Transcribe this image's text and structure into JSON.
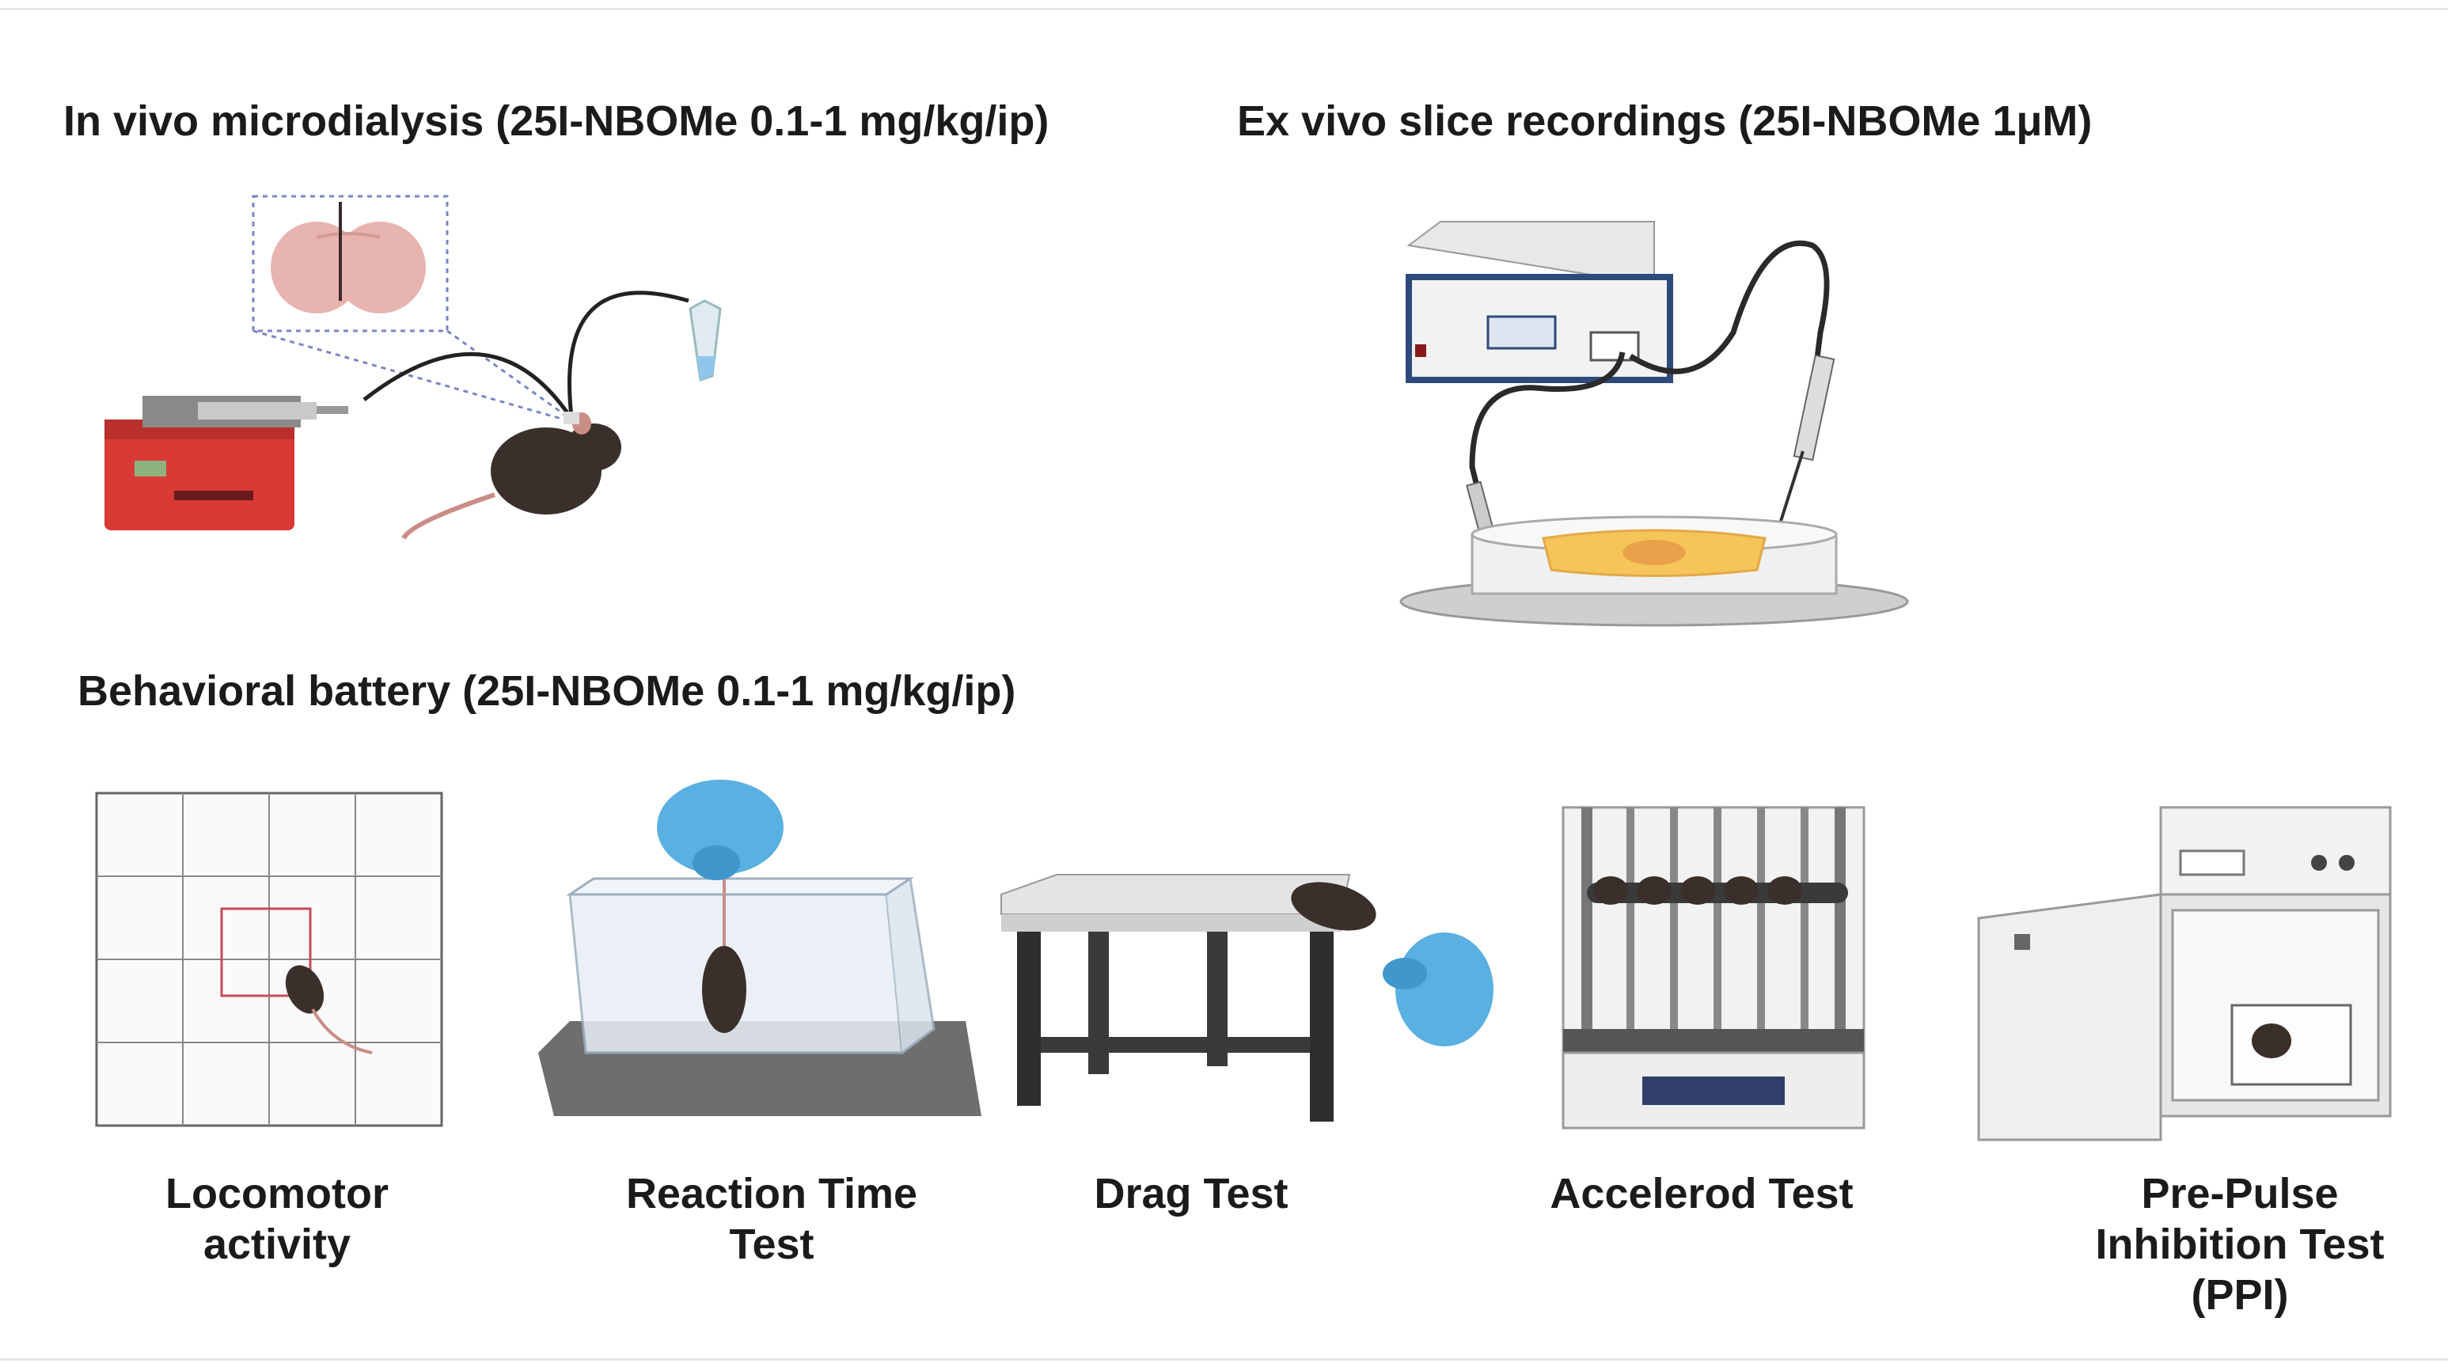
{
  "sections": {
    "microdialysis": {
      "title": "In vivo microdialysis (25I-NBOMe 0.1-1 mg/kg/ip)"
    },
    "slice": {
      "title": "Ex vivo slice recordings (25I-NBOMe 1μM)"
    },
    "behavior": {
      "title": "Behavioral battery (25I-NBOMe 0.1-1 mg/kg/ip)"
    }
  },
  "tests": [
    {
      "lines": [
        "Locomotor",
        "activity"
      ]
    },
    {
      "lines": [
        "Reaction Time",
        "Test"
      ]
    },
    {
      "lines": [
        "Drag Test"
      ]
    },
    {
      "lines": [
        "Accelerod Test"
      ]
    },
    {
      "lines": [
        "Pre-Pulse",
        "Inhibition Test",
        "(PPI)"
      ]
    }
  ],
  "colors": {
    "pump_red": "#d93a36",
    "brain_pink": "#e8b4b0",
    "mouse_dark": "#3a2f2a",
    "glove_blue": "#5ab0e0",
    "slice_yellow": "#f6c55a",
    "instrument_frame": "#2e4a7a"
  },
  "icons": [
    "syringe-pump-icon",
    "brain-section-icon",
    "mouse-icon",
    "tube-icon",
    "electrophysiology-amplifier-icon",
    "slice-chamber-icon",
    "open-field-grid-icon",
    "reaction-box-icon",
    "drag-table-icon",
    "rotarod-icon",
    "ppi-chamber-icon",
    "gloved-hand-icon"
  ]
}
